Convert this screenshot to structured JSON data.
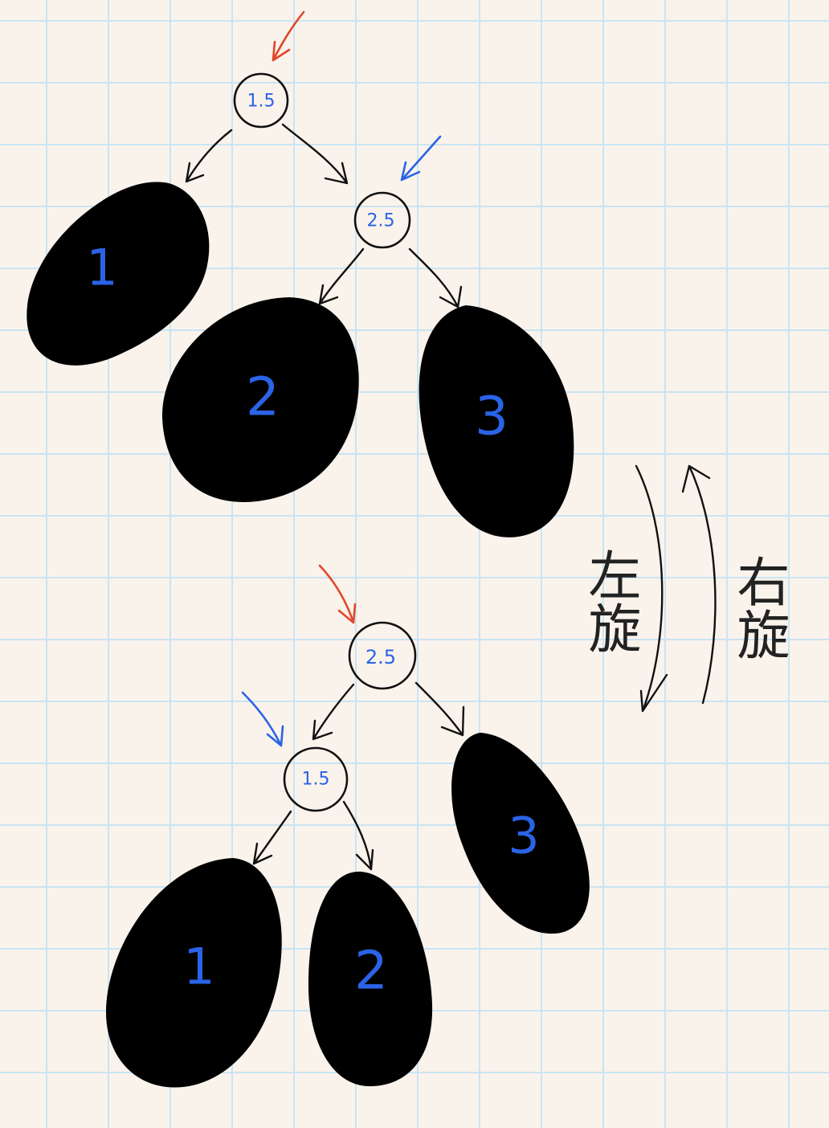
{
  "colors": {
    "paper": "#faf3ec",
    "grid": "#c9e4f3",
    "ink": "#111111",
    "blob": "#000000",
    "label_blue": "#2a63e6",
    "pointer_red": "#e0472b",
    "pointer_blue": "#2a63e6"
  },
  "before": {
    "root": "1.5",
    "child": "2.5",
    "subtrees": [
      "1",
      "2",
      "3"
    ]
  },
  "after": {
    "root": "2.5",
    "child": "1.5",
    "subtrees": [
      "1",
      "2",
      "3"
    ]
  },
  "rotation": {
    "left_label": "左旋",
    "right_label": "右旋"
  }
}
